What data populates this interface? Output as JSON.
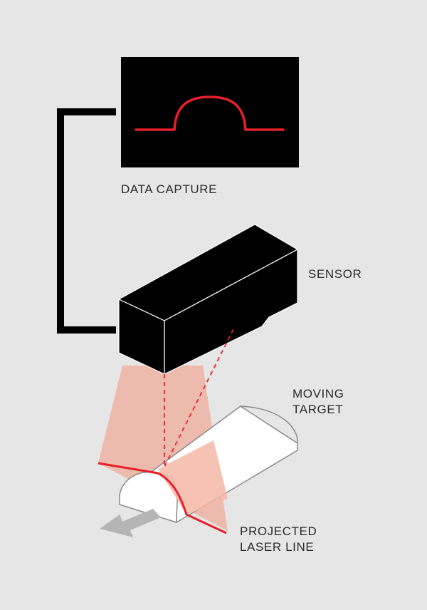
{
  "labels": {
    "data_capture": "DATA CAPTURE",
    "sensor": "SENSOR",
    "moving_target": [
      "MOVING",
      "TARGET"
    ],
    "projected_laser_line": [
      "PROJECTED",
      "LASER LINE"
    ]
  },
  "colors": {
    "background": "#e6e6e7",
    "device": "#000000",
    "laser": "#e8202a",
    "laser_beam": "#efb09f",
    "target": "#ffffff",
    "arrow": "#b5b5b5",
    "text": "#2b2b2b"
  }
}
